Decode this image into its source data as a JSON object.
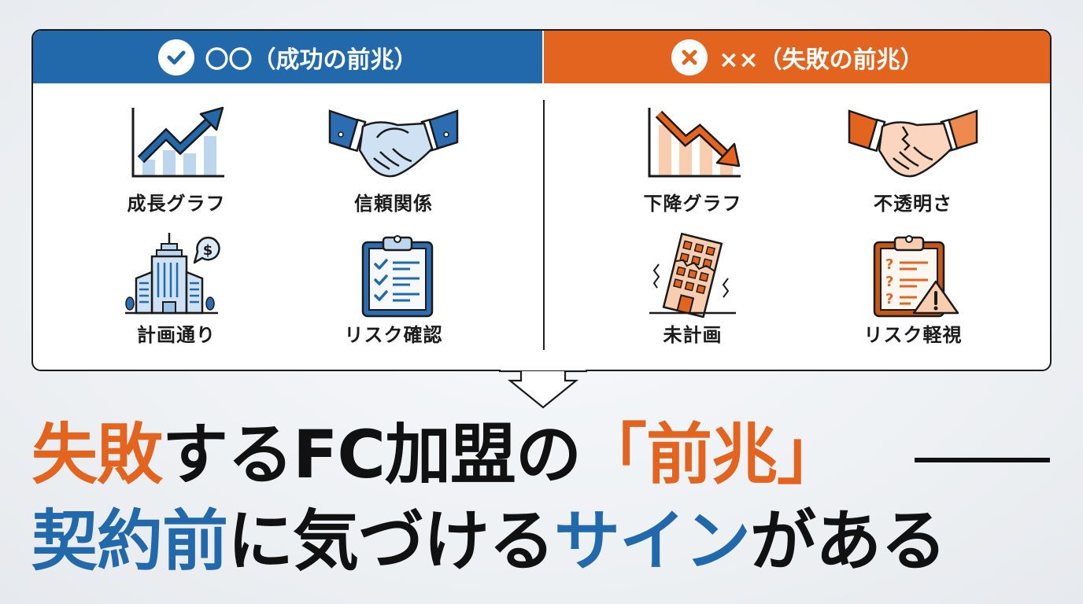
{
  "success_panel": {
    "header": "〇〇（成功の前兆）",
    "header_icon": "check-circle-icon",
    "color": "#2169ab",
    "items": [
      {
        "label": "成長グラフ",
        "icon": "growth-chart-icon"
      },
      {
        "label": "信頼関係",
        "icon": "handshake-icon"
      },
      {
        "label": "計画通り",
        "icon": "office-building-dollar-icon"
      },
      {
        "label": "リスク確認",
        "icon": "checklist-clipboard-icon"
      }
    ]
  },
  "failure_panel": {
    "header": "××（失敗の前兆）",
    "header_icon": "x-circle-icon",
    "color": "#e3641e",
    "items": [
      {
        "label": "下降グラフ",
        "icon": "decline-chart-icon"
      },
      {
        "label": "不透明さ",
        "icon": "broken-handshake-icon"
      },
      {
        "label": "未計画",
        "icon": "collapsing-building-icon"
      },
      {
        "label": "リスク軽視",
        "icon": "warning-clipboard-icon"
      }
    ]
  },
  "headline": {
    "line1": {
      "part1": "失敗",
      "part2": "するFC加盟の",
      "part3": "「前兆」"
    },
    "line2": {
      "part1": "契約前",
      "part2": "に気づける",
      "part3": "サイン",
      "part4": "がある"
    }
  },
  "colors": {
    "accent_blue": "#2169ab",
    "accent_orange": "#e3641e",
    "text": "#111111"
  }
}
